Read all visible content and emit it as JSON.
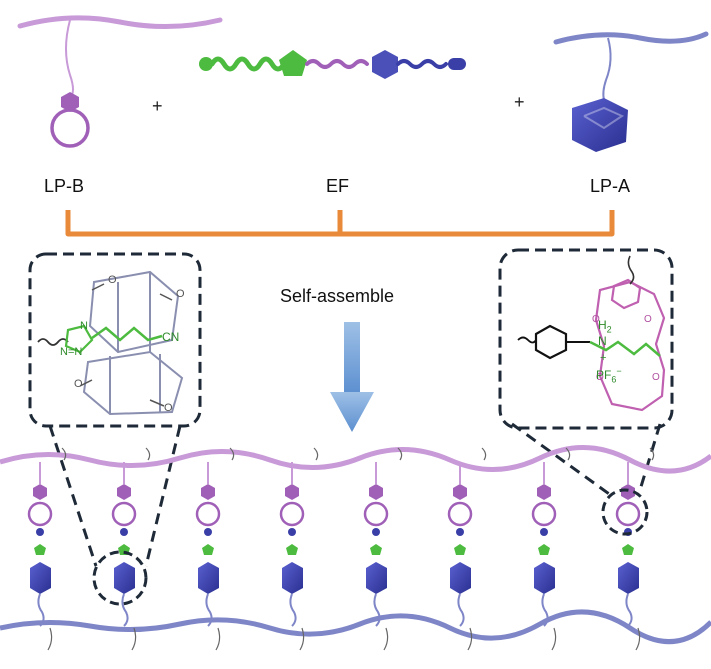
{
  "labels": {
    "lp_b": "LP-B",
    "ef": "EF",
    "lp_a": "LP-A",
    "self_assemble": "Self-assemble",
    "plus": "+"
  },
  "chem_left": {
    "methoxy": "O",
    "n": "N",
    "triazole": "N=N",
    "cn": "CN"
  },
  "chem_right": {
    "o": "O",
    "h2": "H",
    "h2_sub": "2",
    "n_plus": "N",
    "plus_sign": "+",
    "counterion": "PF",
    "counterion_sub": "6",
    "counterion_sup": "−"
  },
  "colors": {
    "lilac_chain": "#c89ad8",
    "blue_chain": "#7f86c8",
    "purple_ring": "#a060b8",
    "navy_pillar": "#3a3fa8",
    "green": "#4dbb3f",
    "orange_bracket": "#e88a3a",
    "arrow": "#7fa8d8",
    "dashed": "#1f2a38"
  },
  "repeat_units": 8
}
